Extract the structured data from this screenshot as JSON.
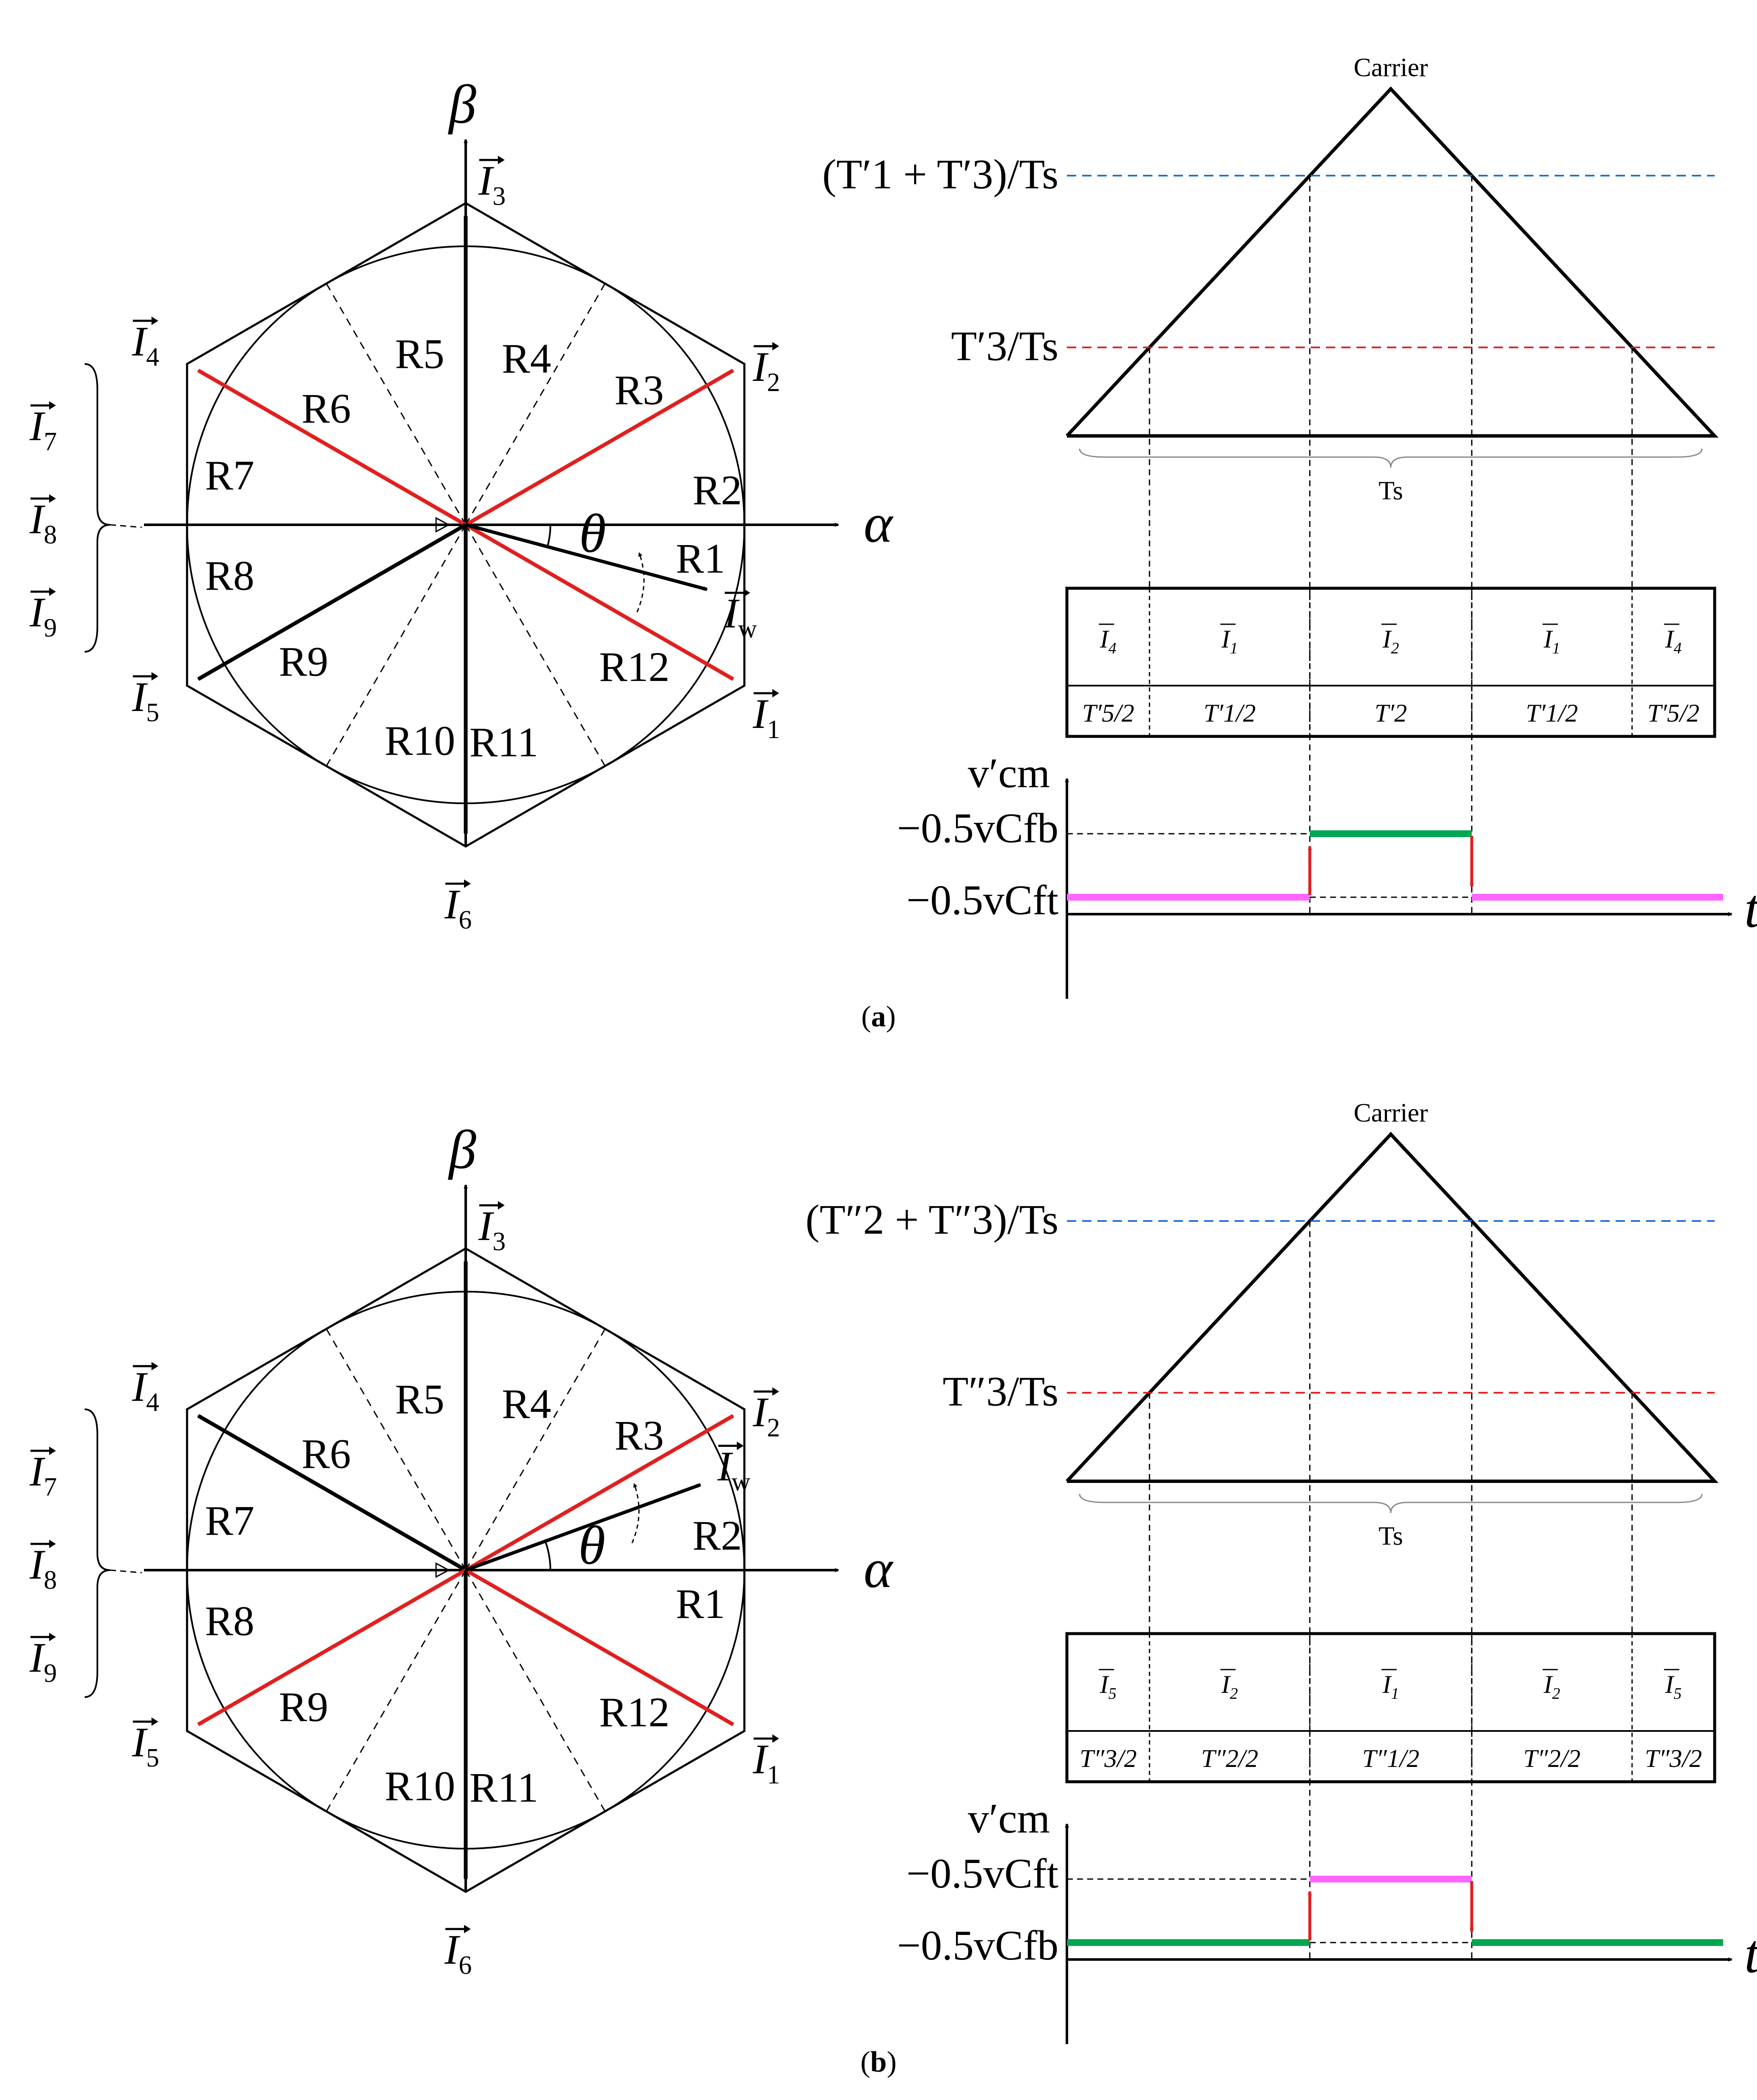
{
  "panels": [
    {
      "id": "a",
      "caption_open": "(",
      "caption_letter": "a",
      "caption_close": ")",
      "axis_alpha": "α",
      "axis_beta": "β",
      "theta": "θ",
      "vector_labels": [
        {
          "base": "I",
          "sub": "1"
        },
        {
          "base": "I",
          "sub": "2"
        },
        {
          "base": "I",
          "sub": "3"
        },
        {
          "base": "I",
          "sub": "4"
        },
        {
          "base": "I",
          "sub": "5"
        },
        {
          "base": "I",
          "sub": "6"
        },
        {
          "base": "I",
          "sub": "7"
        },
        {
          "base": "I",
          "sub": "8"
        },
        {
          "base": "I",
          "sub": "9"
        },
        {
          "base": "I",
          "sub": "w"
        }
      ],
      "regions": [
        "R1",
        "R2",
        "R3",
        "R4",
        "R5",
        "R6",
        "R7",
        "R8",
        "R9",
        "R10",
        "R11",
        "R12"
      ],
      "red_vectors": [
        "I1",
        "I2",
        "I4"
      ],
      "black_vectors": [
        "I3",
        "I5",
        "I6"
      ],
      "reference_vector": {
        "name": "Iw",
        "angle_deg": -15
      },
      "carrier_label": "Carrier",
      "level_top": "(T′1 + T′3)/Ts",
      "level_mid": "T′3/Ts",
      "period_label": "Ts",
      "sequence": [
        {
          "vector": "I4",
          "time": "T′5/2"
        },
        {
          "vector": "I1",
          "time": "T′1/2"
        },
        {
          "vector": "I2",
          "time": "T′2"
        },
        {
          "vector": "I1",
          "time": "T′1/2"
        },
        {
          "vector": "I4",
          "time": "T′5/2"
        }
      ],
      "vcm_label": "v′cm",
      "vcm_level_high": "−0.5vCfb",
      "vcm_level_low": "−0.5vCft",
      "time_axis": "t",
      "colors": {
        "high_segment": "#00a651",
        "low_segment": "#ff66ff",
        "top_line": "#1f6fd6",
        "mid_line": "#e02020",
        "red_vector": "#e02020"
      }
    },
    {
      "id": "b",
      "caption_open": "(",
      "caption_letter": "b",
      "caption_close": ")",
      "axis_alpha": "α",
      "axis_beta": "β",
      "theta": "θ",
      "vector_labels": [
        {
          "base": "I",
          "sub": "1"
        },
        {
          "base": "I",
          "sub": "2"
        },
        {
          "base": "I",
          "sub": "3"
        },
        {
          "base": "I",
          "sub": "4"
        },
        {
          "base": "I",
          "sub": "5"
        },
        {
          "base": "I",
          "sub": "6"
        },
        {
          "base": "I",
          "sub": "7"
        },
        {
          "base": "I",
          "sub": "8"
        },
        {
          "base": "I",
          "sub": "9"
        },
        {
          "base": "I",
          "sub": "w"
        }
      ],
      "regions": [
        "R1",
        "R2",
        "R3",
        "R4",
        "R5",
        "R6",
        "R7",
        "R8",
        "R9",
        "R10",
        "R11",
        "R12"
      ],
      "red_vectors": [
        "I1",
        "I2",
        "I5"
      ],
      "black_vectors": [
        "I3",
        "I4",
        "I6"
      ],
      "reference_vector": {
        "name": "Iw",
        "angle_deg": 20
      },
      "carrier_label": "Carrier",
      "level_top": "(T″2 + T″3)/Ts",
      "level_mid": "T″3/Ts",
      "period_label": "Ts",
      "sequence": [
        {
          "vector": "I5",
          "time": "T″3/2"
        },
        {
          "vector": "I2",
          "time": "T″2/2"
        },
        {
          "vector": "I1",
          "time": "T″1/2"
        },
        {
          "vector": "I2",
          "time": "T″2/2"
        },
        {
          "vector": "I5",
          "time": "T″3/2"
        }
      ],
      "vcm_label": "v′cm",
      "vcm_level_high": "−0.5vCft",
      "vcm_level_low": "−0.5vCfb",
      "time_axis": "t",
      "colors": {
        "high_segment": "#ff66ff",
        "low_segment": "#00a651",
        "top_line": "#1f6fd6",
        "mid_line": "#e02020",
        "red_vector": "#e02020"
      }
    }
  ]
}
